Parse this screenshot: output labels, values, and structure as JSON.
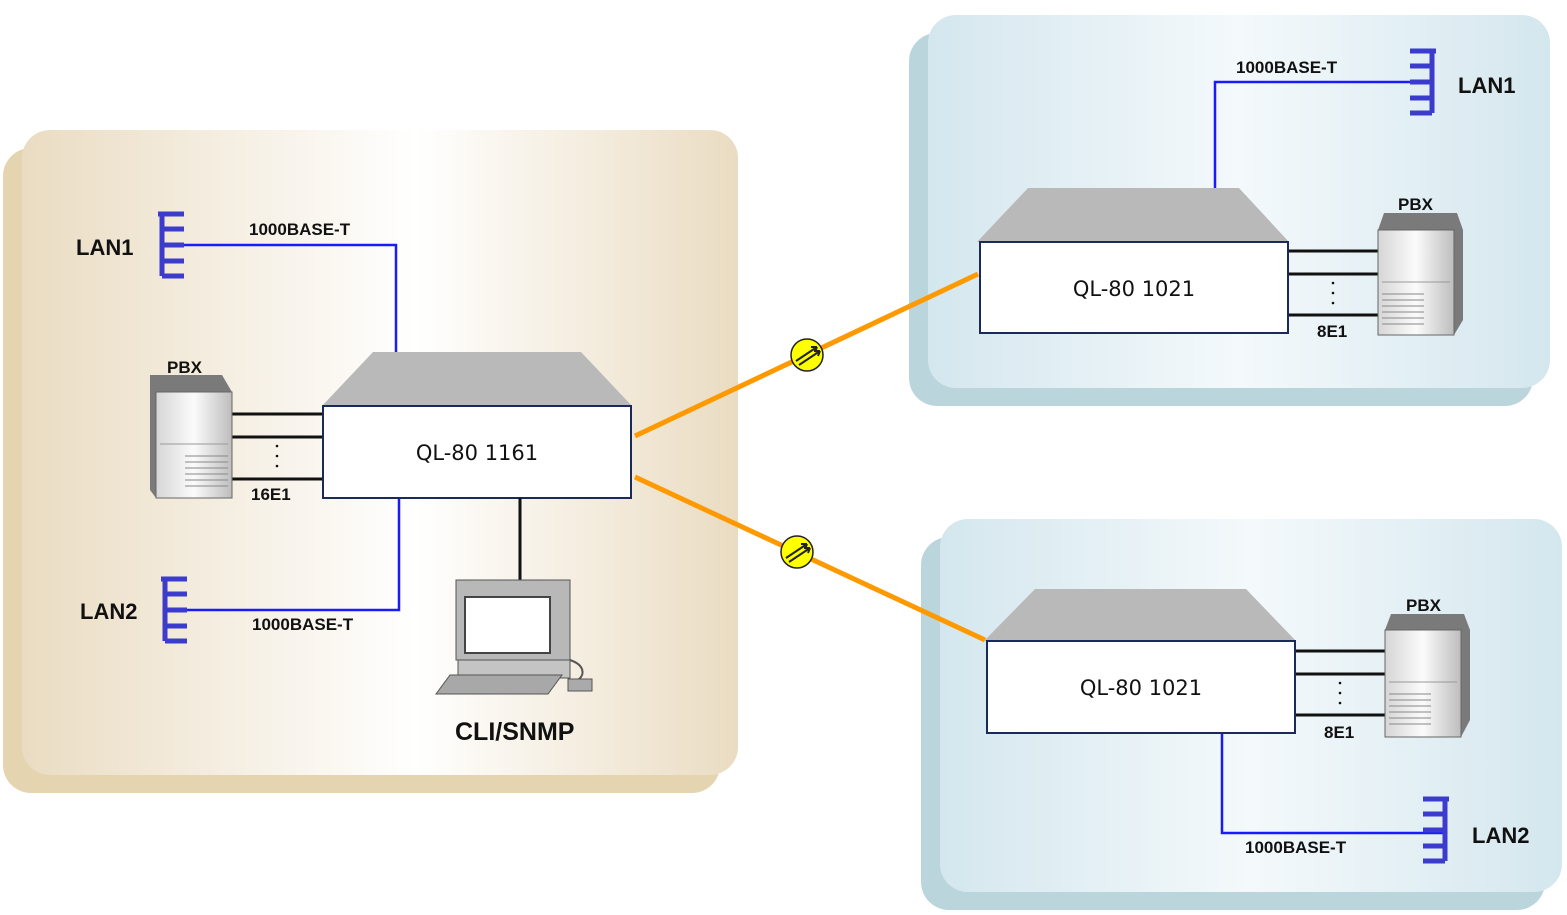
{
  "site_a": {
    "device": "QL-80 1161",
    "lan1": "LAN1",
    "lan2": "LAN2",
    "lan1_link": "1000BASE-T",
    "lan2_link": "1000BASE-T",
    "pbx": "PBX",
    "e1": "16E1",
    "mgmt": "CLI/SNMP"
  },
  "site_b": {
    "device": "QL-80 1021",
    "lan": "LAN1",
    "lan_link": "1000BASE-T",
    "pbx": "PBX",
    "e1": "8E1"
  },
  "site_c": {
    "device": "QL-80 1021",
    "lan": "LAN2",
    "lan_link": "1000BASE-T",
    "pbx": "PBX",
    "e1": "8E1"
  },
  "colors": {
    "site_a_panel": "#e8d7b8",
    "site_remote_panel": "#bdd8de",
    "lan_line": "#1a1aff",
    "lan_icon": "#3b3bcc",
    "fiber": "#ff9900",
    "fiber_marker": "#ffff00"
  },
  "icons": [
    "lan-connector-icon",
    "pbx-server-icon",
    "computer-terminal-icon",
    "fiber-link-icon"
  ]
}
